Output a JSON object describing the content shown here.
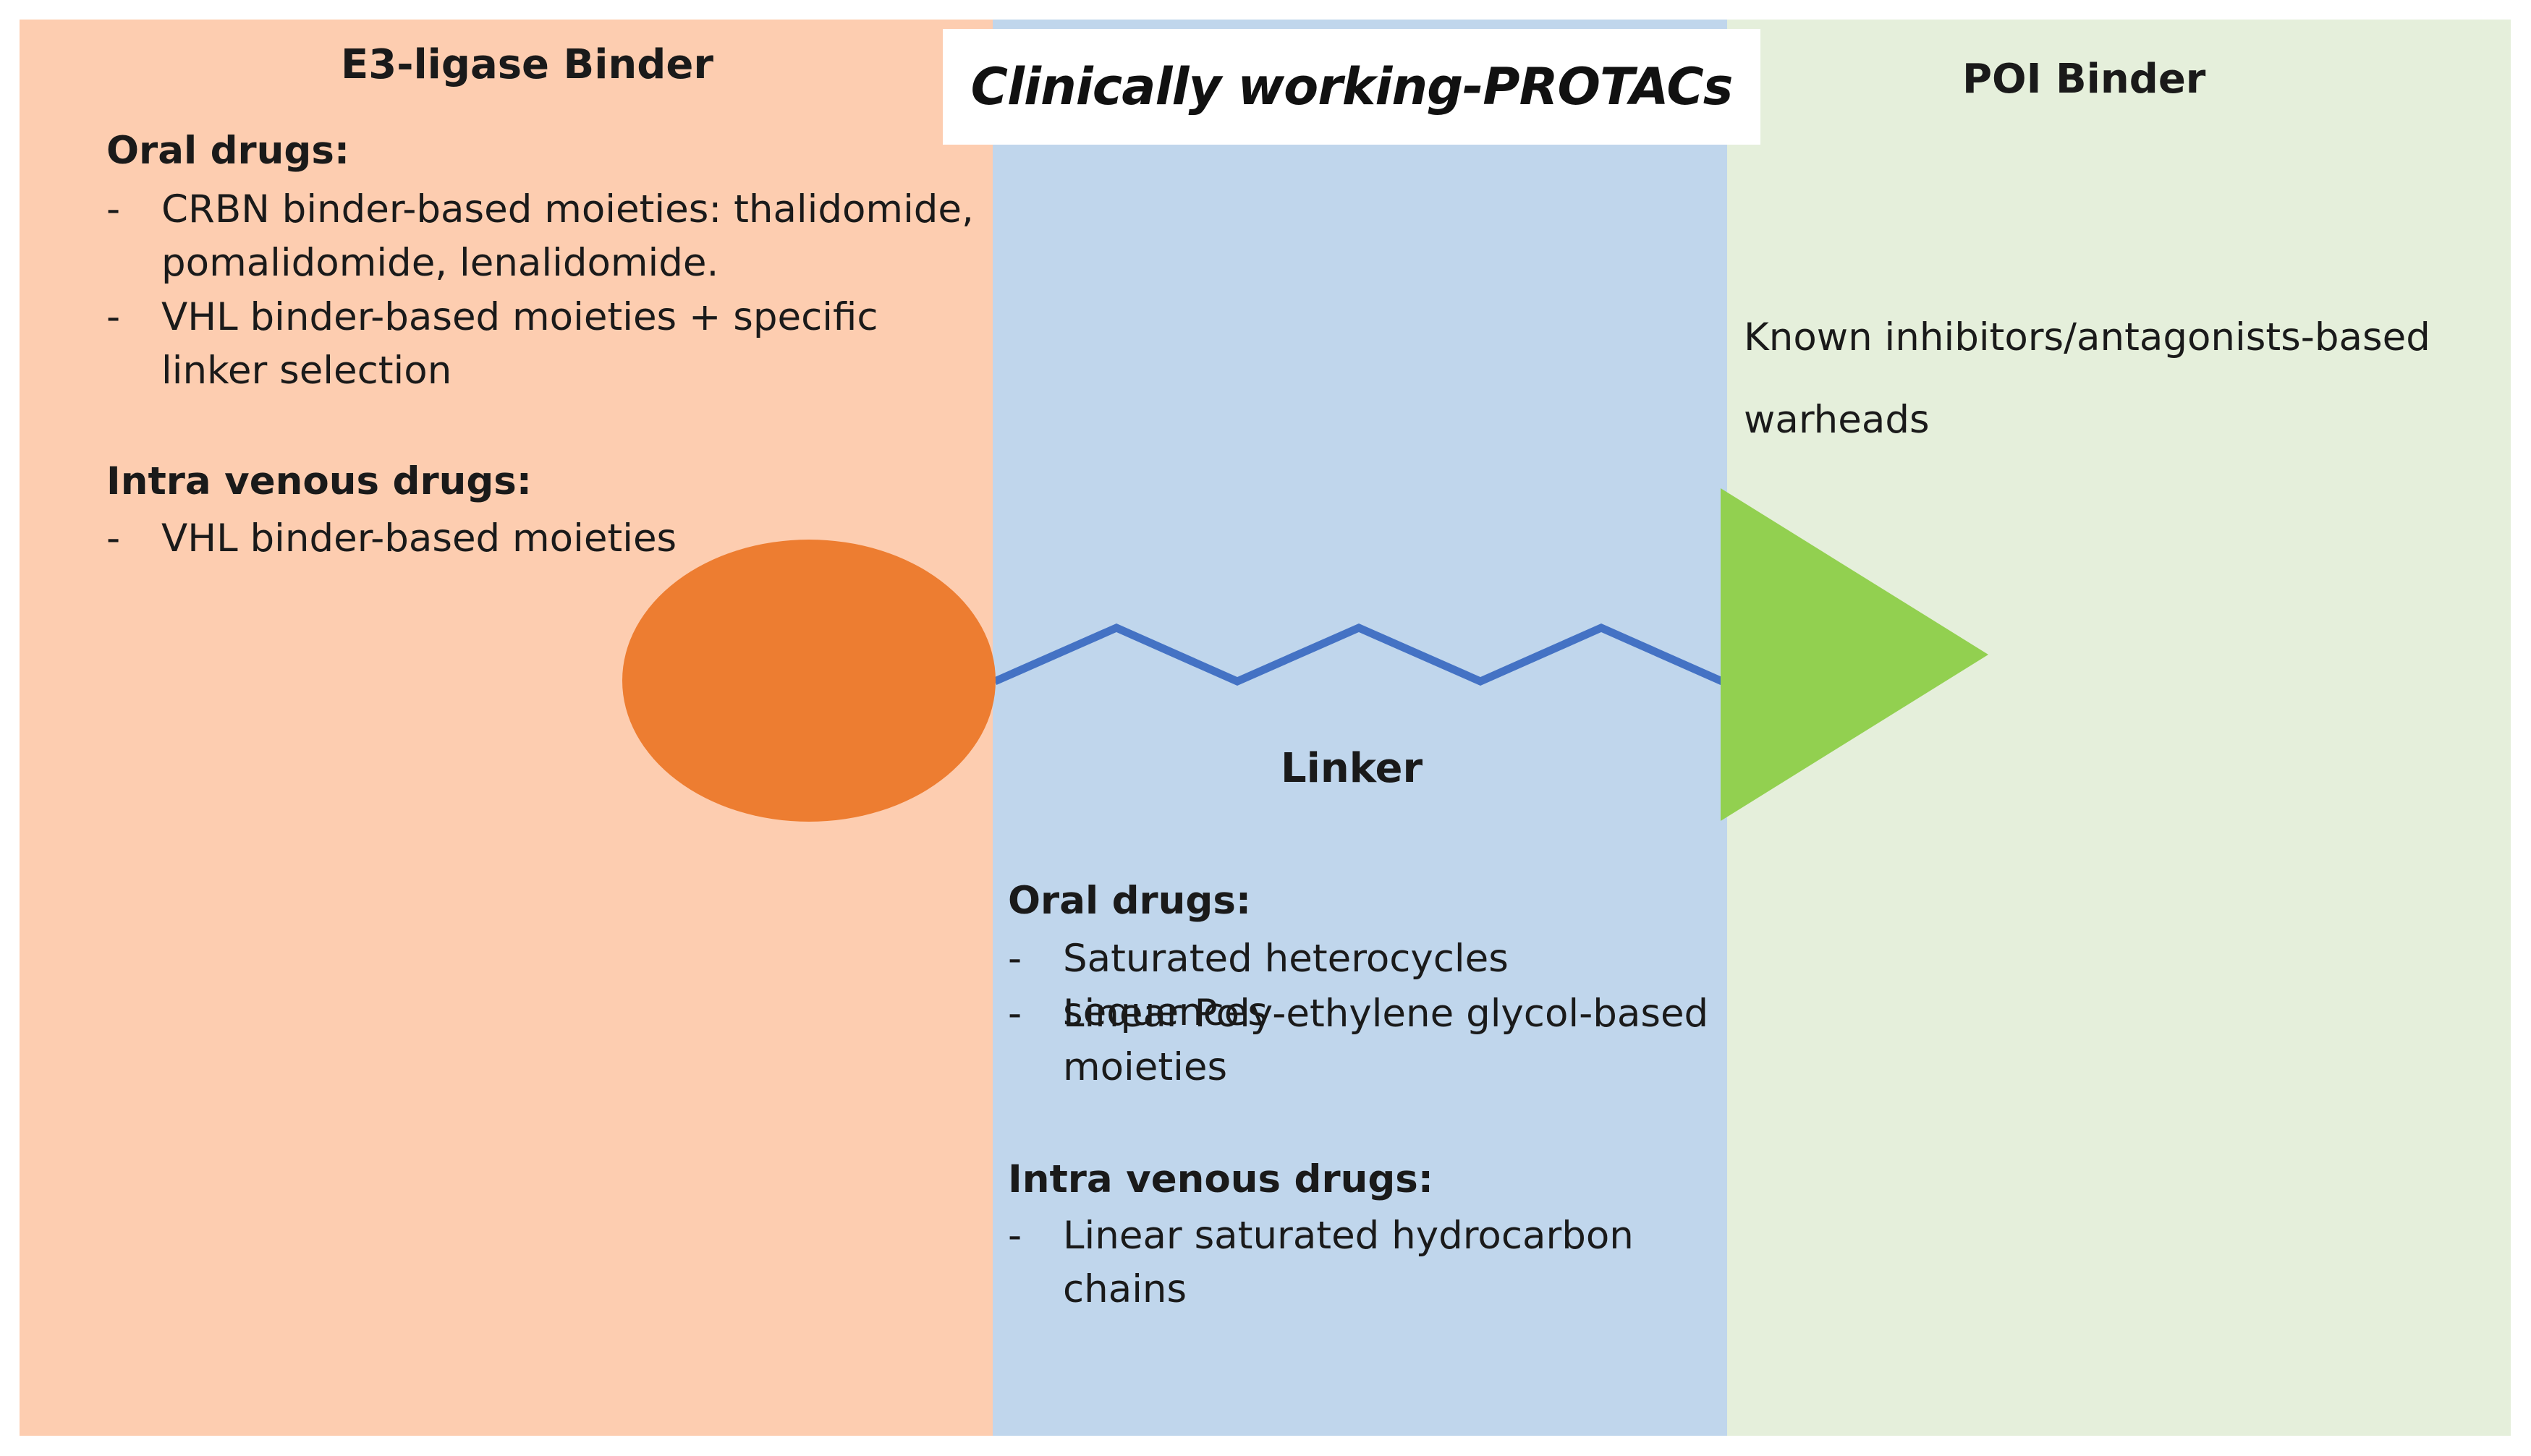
{
  "title": "Clinically working-PROTACs",
  "e3": {
    "heading": "E3-ligase Binder",
    "oral_title": "Oral drugs:",
    "oral_items": [
      "CRBN binder-based moieties: thalidomide, pomalidomide, lenalidomide.",
      "VHL binder-based moieties + specific linker selection"
    ],
    "iv_title": "Intra venous drugs:",
    "iv_items": [
      "VHL binder-based moieties"
    ],
    "shape_color": "#ed7d31"
  },
  "linker": {
    "heading": "Linker",
    "oral_title": "Oral drugs:",
    "oral_items": [
      "Saturated heterocycles sequences",
      "Linear Poly-ethylene glycol-based moieties"
    ],
    "iv_title": "Intra venous drugs:",
    "iv_items": [
      "Linear saturated hydrocarbon chains"
    ],
    "line_color": "#4472c4"
  },
  "poi": {
    "heading": "POI Binder",
    "description": "Known inhibitors/antagonists-based warheads",
    "shape_color": "#92d050"
  },
  "bullet_dash": "-"
}
